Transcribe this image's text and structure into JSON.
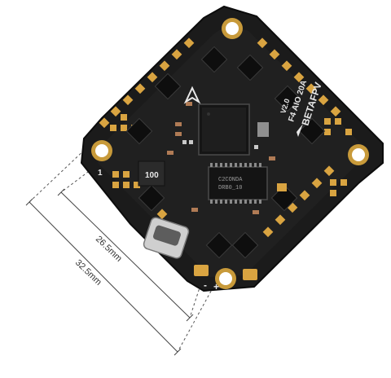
{
  "product": {
    "brand_text": "BETAFPV",
    "model_text": "F4 AIO 20A",
    "version_text": "V2.0",
    "inductor_text": "100",
    "chip_text_1": "C2CONDA",
    "chip_text_2": "DRB0_10",
    "port_plus_label": "+",
    "port_minus_label": "-",
    "corner_number": "1"
  },
  "dimensions": {
    "inner_label": "26.5mm",
    "outer_label": "32.5mm"
  },
  "colors": {
    "background": "#ffffff",
    "board": "#1b1b1b",
    "pad_gold": "#d9a441",
    "dimension_line": "#555555"
  }
}
